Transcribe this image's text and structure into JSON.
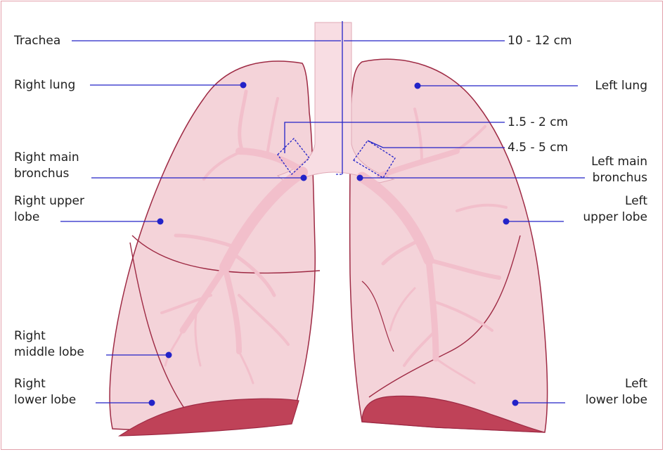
{
  "colors": {
    "lung_fill": "#f4d3d9",
    "lung_stroke": "#9e2a44",
    "diaphragm": "#bf4258",
    "airway": "#f8dde3",
    "leader": "#2323c8",
    "frame": "#e3a1ab"
  },
  "labels": {
    "trachea": "Trachea",
    "trachea_length": "10 - 12 cm",
    "right_lung": "Right lung",
    "left_lung": "Left lung",
    "right_bronchus_diameter": "1.5 - 2 cm",
    "left_bronchus_length": "4.5 - 5 cm",
    "right_main_bronchus": [
      "Right main",
      "bronchus"
    ],
    "left_main_bronchus": [
      "Left main",
      "bronchus"
    ],
    "right_upper_lobe": [
      "Right upper",
      "lobe"
    ],
    "left_upper_lobe": [
      "Left",
      "upper lobe"
    ],
    "right_middle_lobe": [
      "Right",
      "middle lobe"
    ],
    "right_lower_lobe": [
      "Right",
      "lower lobe"
    ],
    "left_lower_lobe": [
      "Left",
      "lower lobe"
    ]
  }
}
